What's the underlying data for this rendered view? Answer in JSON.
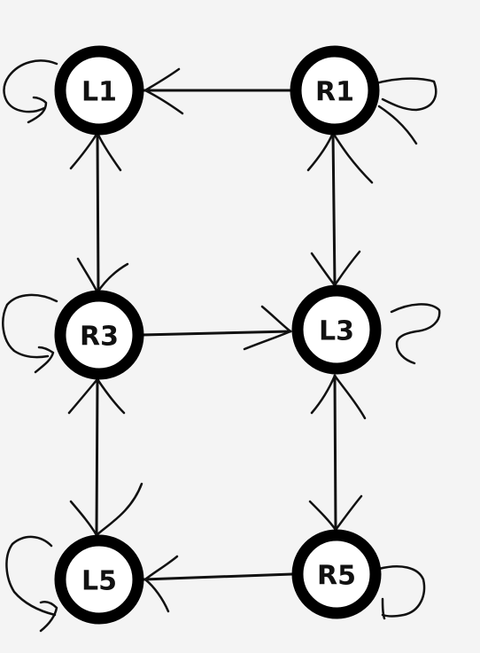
{
  "diagram": {
    "background_color": "#f4f4f4",
    "node_fill": "#ffffff",
    "node_stroke": "#000000",
    "nodes": [
      {
        "id": "L1",
        "label": "L1"
      },
      {
        "id": "R1",
        "label": "R1"
      },
      {
        "id": "R3",
        "label": "R3"
      },
      {
        "id": "L3",
        "label": "L3"
      },
      {
        "id": "L5",
        "label": "L5"
      },
      {
        "id": "R5",
        "label": "R5"
      }
    ],
    "edges": [
      {
        "from": "R1",
        "to": "L1",
        "direction": "one-way"
      },
      {
        "from": "L1",
        "to": "R3",
        "direction": "two-way"
      },
      {
        "from": "R1",
        "to": "L3",
        "direction": "two-way"
      },
      {
        "from": "R3",
        "to": "L3",
        "direction": "one-way"
      },
      {
        "from": "R3",
        "to": "L5",
        "direction": "two-way"
      },
      {
        "from": "L3",
        "to": "R5",
        "direction": "two-way"
      },
      {
        "from": "R5",
        "to": "L5",
        "direction": "one-way"
      }
    ],
    "self_loops": [
      "L1",
      "R1",
      "R3",
      "L3",
      "L5",
      "R5"
    ]
  }
}
